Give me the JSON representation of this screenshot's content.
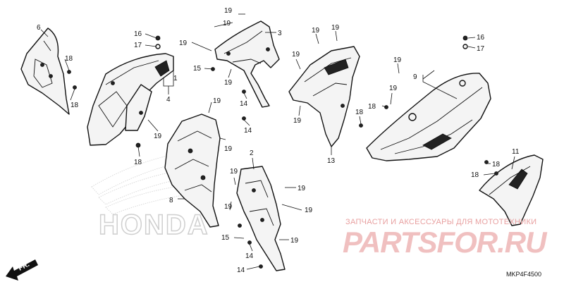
{
  "diagram": {
    "code": "MKP4F4500",
    "front_label": "FR.",
    "brand_watermark": "HONDA",
    "site_caption": "ЗАПЧАСТИ И АКСЕССУАРЫ ДЛЯ МОТОТЕХНИКИ",
    "site_logo": "PARTSFOR.RU",
    "callouts": [
      {
        "id": "c6a",
        "label": "6"
      },
      {
        "id": "c18a",
        "label": "18"
      },
      {
        "id": "c18b",
        "label": "18"
      },
      {
        "id": "c16a",
        "label": "16"
      },
      {
        "id": "c17a",
        "label": "17"
      },
      {
        "id": "c1",
        "label": "1"
      },
      {
        "id": "c4",
        "label": "4"
      },
      {
        "id": "c19a",
        "label": "19"
      },
      {
        "id": "c18c",
        "label": "18"
      },
      {
        "id": "c19b",
        "label": "19"
      },
      {
        "id": "c19c",
        "label": "19"
      },
      {
        "id": "c3",
        "label": "3"
      },
      {
        "id": "c19d",
        "label": "19"
      },
      {
        "id": "c15a",
        "label": "15"
      },
      {
        "id": "c19e",
        "label": "19"
      },
      {
        "id": "c14a",
        "label": "14"
      },
      {
        "id": "c14b",
        "label": "14"
      },
      {
        "id": "c19f",
        "label": "19"
      },
      {
        "id": "c19g",
        "label": "19"
      },
      {
        "id": "c19h",
        "label": "19"
      },
      {
        "id": "c19i",
        "label": "19"
      },
      {
        "id": "c13",
        "label": "13"
      },
      {
        "id": "c18d",
        "label": "18"
      },
      {
        "id": "c19j",
        "label": "19"
      },
      {
        "id": "c9",
        "label": "9"
      },
      {
        "id": "c19k",
        "label": "19"
      },
      {
        "id": "c18e",
        "label": "18"
      },
      {
        "id": "c16b",
        "label": "16"
      },
      {
        "id": "c17b",
        "label": "17"
      },
      {
        "id": "c19l",
        "label": "19"
      },
      {
        "id": "c19m",
        "label": "19"
      },
      {
        "id": "c8",
        "label": "8"
      },
      {
        "id": "c2",
        "label": "2"
      },
      {
        "id": "c19n",
        "label": "19"
      },
      {
        "id": "c19o",
        "label": "19"
      },
      {
        "id": "c19p",
        "label": "19"
      },
      {
        "id": "c19q",
        "label": "19"
      },
      {
        "id": "c15b",
        "label": "15"
      },
      {
        "id": "c14c",
        "label": "14"
      },
      {
        "id": "c19r",
        "label": "19"
      },
      {
        "id": "c14d",
        "label": "14"
      },
      {
        "id": "c11",
        "label": "11"
      },
      {
        "id": "c18f",
        "label": "18"
      },
      {
        "id": "c18g",
        "label": "18"
      }
    ]
  }
}
